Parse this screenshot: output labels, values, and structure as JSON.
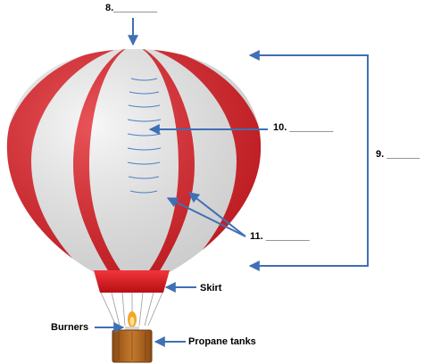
{
  "labels": {
    "q8": "8.________",
    "q10": "10. ________",
    "q9": "9. ______",
    "q11": "11. ________",
    "skirt": "Skirt",
    "burners": "Burners",
    "propane_tanks": "Propane tanks"
  },
  "colors": {
    "balloon_red": "#e11b22",
    "balloon_white": "#f4f4f4",
    "arrow_blue": "#3f6fb5",
    "basket": "#b5651d",
    "flame": "#f5a623"
  }
}
